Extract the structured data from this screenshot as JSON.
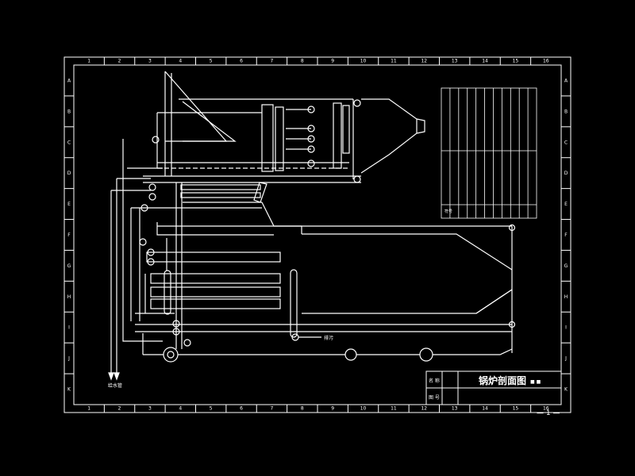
{
  "drawing": {
    "title_text": "锅炉剖面图",
    "title_suffix": "■ ■",
    "name_label": "名 称",
    "drawing_no_label": "图 号",
    "page_number": "— 1 —",
    "legend_header": "符号",
    "legend_rows": 11,
    "pipe_label_left": "给水管",
    "pipe_label_mid": "排污",
    "line_color": "#ffffff",
    "background_color": "#000000"
  },
  "frame": {
    "column_ticks": [
      "1",
      "2",
      "3",
      "4",
      "5",
      "6",
      "7",
      "8",
      "9",
      "10",
      "11",
      "12",
      "13",
      "14",
      "15",
      "16"
    ],
    "row_ticks": [
      "A",
      "B",
      "C",
      "D",
      "E",
      "F",
      "G",
      "H",
      "I",
      "J",
      "K"
    ]
  }
}
